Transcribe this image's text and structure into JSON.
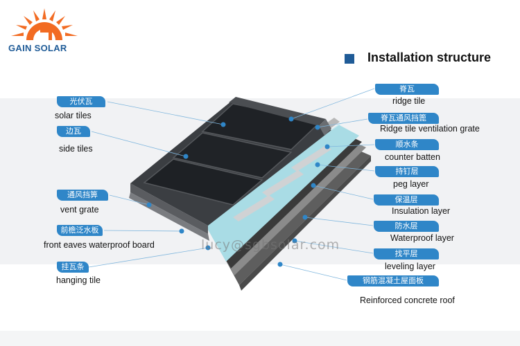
{
  "brand": {
    "name": "GAIN SOLAR",
    "accent": "#f26b22",
    "text_color": "#1f5b97"
  },
  "header": {
    "title": "Installation structure",
    "marker_color": "#1f5b97"
  },
  "tag_color": "#2f86c8",
  "watermark": "lucy@sgbsolar.com",
  "left_labels": [
    {
      "cn": "光伏瓦",
      "en": "solar tiles"
    },
    {
      "cn": "边瓦",
      "en": "side tiles"
    },
    {
      "cn": "通风挡箅",
      "en": "vent grate"
    },
    {
      "cn": "前檐泛水板",
      "en": "front eaves waterproof board"
    },
    {
      "cn": "挂瓦条",
      "en": "hanging tile"
    }
  ],
  "right_labels": [
    {
      "cn": "脊瓦",
      "en": "ridge tile"
    },
    {
      "cn": "脊瓦通风挡篦",
      "en": "Ridge tile ventilation grate"
    },
    {
      "cn": "顺水条",
      "en": "counter batten"
    },
    {
      "cn": "持钉层",
      "en": "peg layer"
    },
    {
      "cn": "保温层",
      "en": "Insulation layer"
    },
    {
      "cn": "防水层",
      "en": "Waterproof layer"
    },
    {
      "cn": "找平层",
      "en": "leveling layer"
    },
    {
      "cn": "钢筋混凝土屋面板",
      "en": "Reinforced concrete roof"
    }
  ]
}
